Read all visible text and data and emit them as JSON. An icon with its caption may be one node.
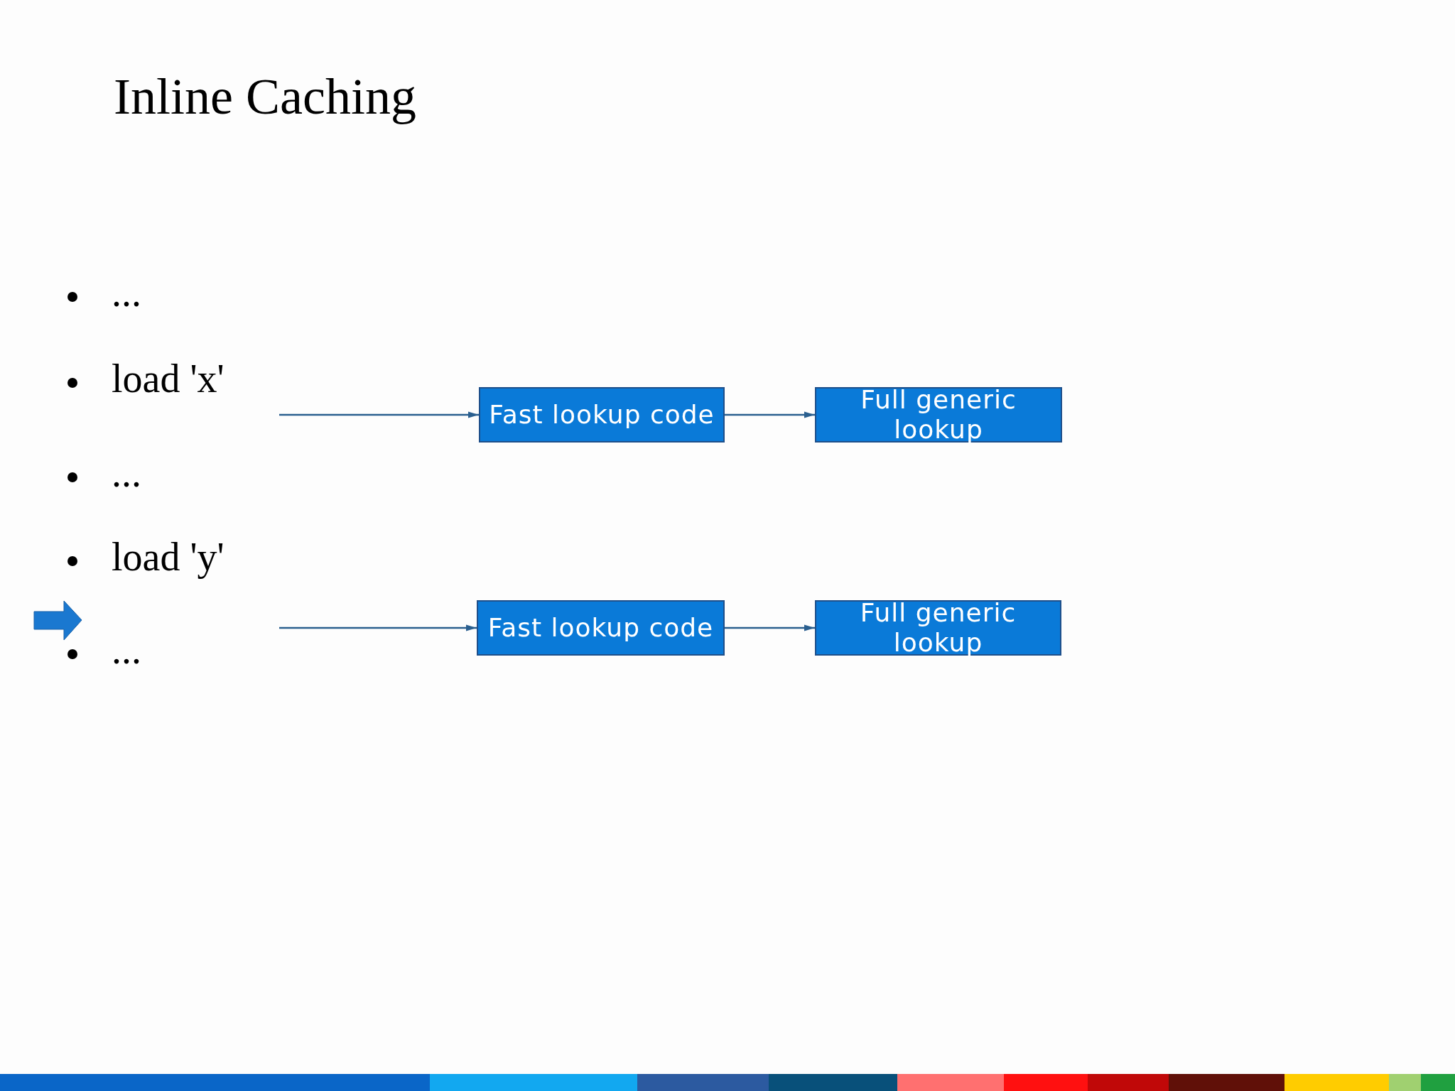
{
  "diagram": {
    "title": "Inline Caching",
    "nodes": [
      {
        "text": [
          "Fast lookup code"
        ]
      },
      {
        "text": [
          "Full generic lookup"
        ]
      },
      {
        "text": [
          "Fast lookup code"
        ]
      },
      {
        "text": [
          "Full generic lookup"
        ]
      }
    ],
    "edges": [
      {
        "from": null,
        "to": 0,
        "arrow": "to"
      },
      {
        "from": 0,
        "to": 1,
        "arrow": "to"
      },
      {
        "from": null,
        "to": 2,
        "arrow": "to"
      },
      {
        "from": 2,
        "to": 3,
        "arrow": "to"
      }
    ],
    "labels": [
      "...",
      "load 'x'",
      "...",
      "load 'y'",
      "..."
    ]
  }
}
